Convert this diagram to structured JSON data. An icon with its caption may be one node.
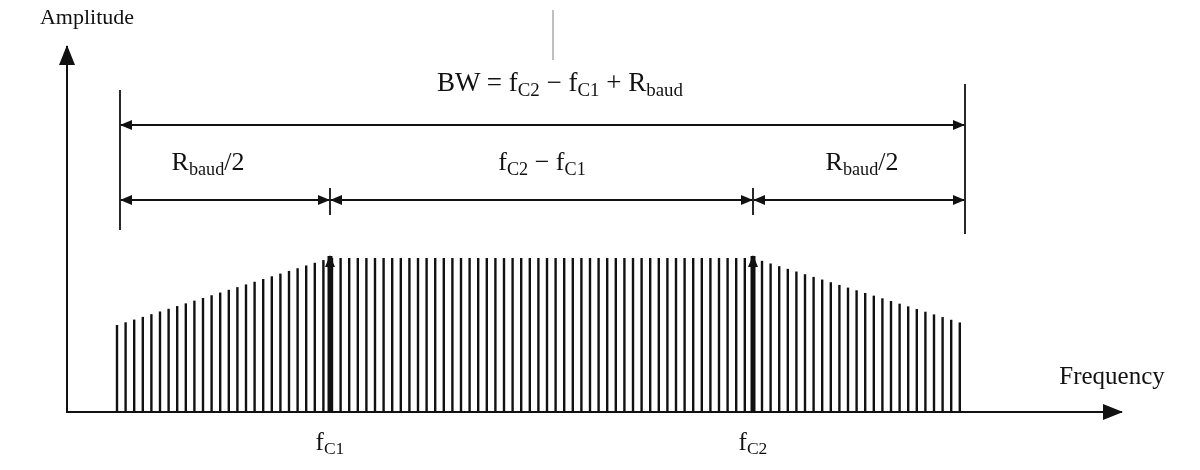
{
  "diagram": {
    "labels": [
      "Amplitude",
      "BW = f$_{C2}$ − f$_{C1}$ + R$_{baud}$",
      "R$_{baud}$/2",
      "f$_{C2}$ − f$_{C1}$",
      "R$_{baud}$/2",
      "Frequency",
      "f$_{C1}$",
      "f$_{C2}$"
    ]
  }
}
